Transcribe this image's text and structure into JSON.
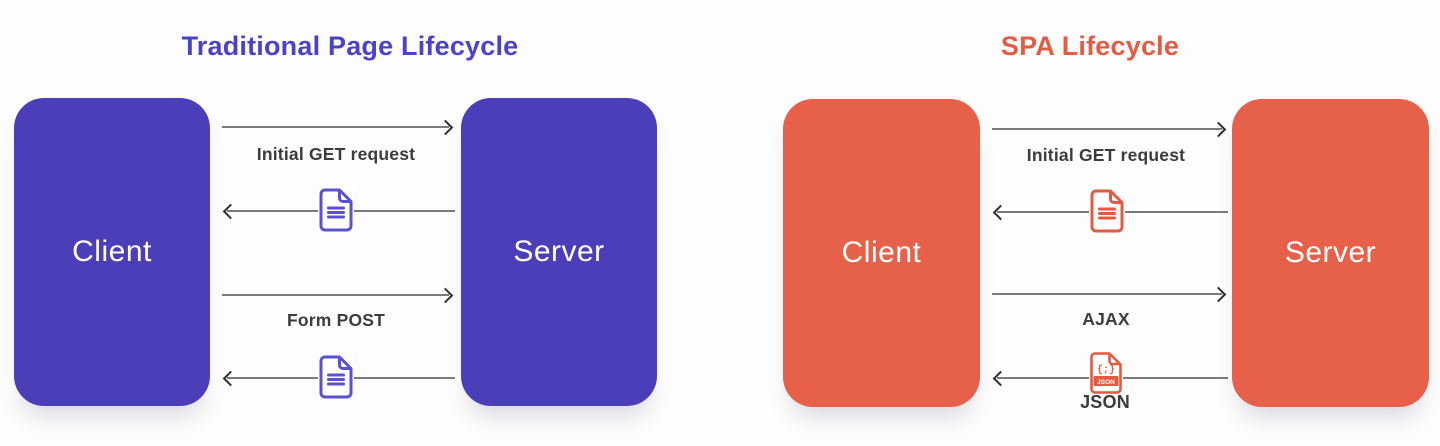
{
  "colors": {
    "background": "#fdfdfd",
    "trad-box": "#4A3FB9",
    "trad-title": "#4C42C8",
    "trad-icon": "#5B51D0",
    "spa-box": "#E7604A",
    "spa-title": "#E55B43",
    "spa-icon": "#E4593F",
    "arrow-line": "#7b7b7b",
    "arrow-head": "#2f2f2f",
    "label-text": "#3c3c3c",
    "node-text": "#ffffff"
  },
  "traditional": {
    "title": "Traditional Page Lifecycle",
    "client_label": "Client",
    "server_label": "Server",
    "flows": {
      "initial_get": "Initial GET request",
      "form_post": "Form POST"
    },
    "icons": {
      "response_1": "document-icon",
      "response_2": "document-icon"
    }
  },
  "spa": {
    "title": "SPA Lifecycle",
    "client_label": "Client",
    "server_label": "Server",
    "flows": {
      "initial_get": "Initial GET request",
      "ajax": "AJAX",
      "json_response": "JSON"
    },
    "icons": {
      "response_1": "document-icon",
      "response_2": "json-file-icon"
    },
    "json_icon": {
      "glyph": "{;}",
      "banner": "JSON"
    }
  }
}
